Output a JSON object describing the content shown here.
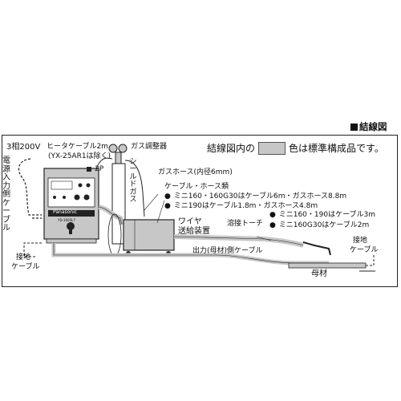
{
  "header": {
    "title": "結線図"
  },
  "legend": {
    "prefix": "結線図内の",
    "suffix": "色は標準構成品です。",
    "standard_color": "#c7c7c7"
  },
  "labels": {
    "power": "3相200V",
    "power_side_cable": "電源入力側ケーブル",
    "heater_cable": "ヒータケーブル2m",
    "heater_exception": "(YX-25AR1は除く)",
    "gas_regulator": "ガス調整器",
    "two_p": "2P",
    "shield_gas": "シールドガス",
    "gas_hose": "ガスホース(内径6mm)",
    "cable_hose_title": "ケーブル・ホース類",
    "cable_hose_1": "ミニ160・160G30はケーブル6m・ガスホース8.8m",
    "cable_hose_2": "ミニ190はケーブル1.8m・ガスホース4.8m",
    "wire_feeder_1": "ワイヤ",
    "wire_feeder_2": "送給装置",
    "torch": "溶接トーチ",
    "torch_1": "ミニ160・190はケーブル3m",
    "torch_2": "ミニ160G30はケーブル2m",
    "ground_cable_left_1": "接地",
    "ground_cable_left_2": "ケーブル",
    "ground_cable_right_1": "接地",
    "ground_cable_right_2": "ケーブル",
    "output_cable": "出力(母材)側ケーブル",
    "base_metal": "母材",
    "brand": "Panasonic",
    "model": "YD-160SL7"
  },
  "bullet": "●"
}
